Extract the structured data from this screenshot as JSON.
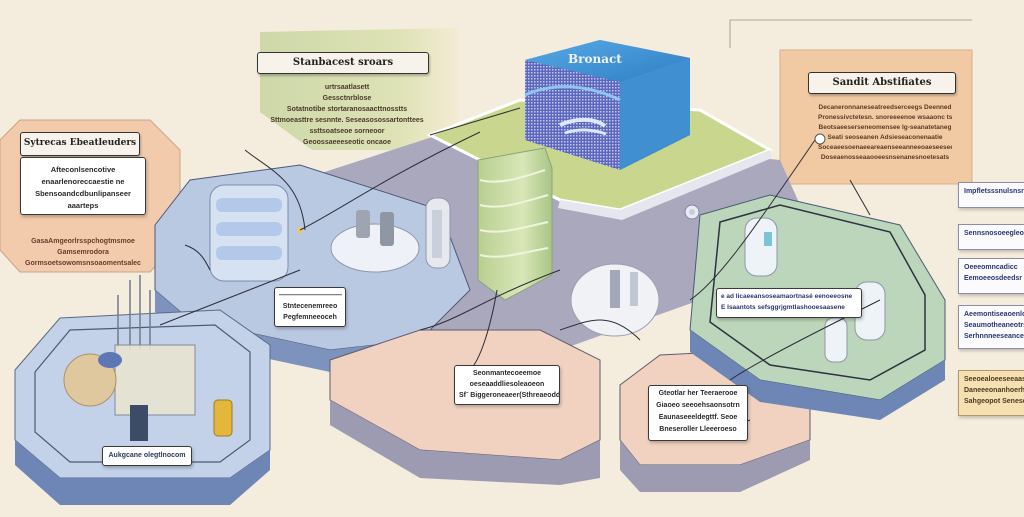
{
  "diagram": {
    "colors": {
      "background": "#f4ecdc",
      "platform_blue": "#b6c7e0",
      "platform_gray": "#a9a7bb",
      "platform_green": "#bcd6bb",
      "platform_peach": "#f1cdb9",
      "panel_peach": "#f1caa3",
      "panel_green": "#d8e0b4",
      "building_blue": "#4a9bd6",
      "tower_green": "#bed59a"
    },
    "central_building": {
      "sign": "Bronact"
    },
    "top_center_panel": {
      "title": "Stanbacest sroars",
      "lines": [
        "urtrsaatlasett",
        "Gessctnrblose",
        "Sotatnotibe stortaranosaacttnosstts",
        "Sttmoeasttre sesnnte. Seseasosossartonttees",
        "ssttsoatseoe sorneoor",
        "Geoossaeeeseotic oncaoe"
      ]
    },
    "left_panel": {
      "title": "Sytrecas Ebeatleuders",
      "box_lines": [
        "Afteconlsencotive",
        "enaarlenoreccaestie ne",
        "Sbensoandcdbunlipanseer",
        "aaarteps"
      ],
      "footer_lines": [
        "GasaAmgeorlrsspchogtmsmoe",
        "Gamsemrodora",
        "Gormsoetsowomsnsoaomentsalec"
      ]
    },
    "right_panel": {
      "title": "Sandit Abstifiates",
      "lines": [
        "Decaneronnaneseatreedserceegs Deenned",
        "Pronessivctetesn. snoreeeenoe wsaaonc tsomaodic",
        "Beotsaeeserseneomensee Ig-seanatetaneg",
        "Seati seoseanen Adsieseaconenaatie",
        "Soceaeesoenaeeareaenseeanneeoaeseesee",
        "Doseaenosseaaooeesnsenanesnoetesats"
      ]
    },
    "side_cards": [
      {
        "lines": [
          "Impfletsssnulsnsreo"
        ]
      },
      {
        "lines": [
          "Sennsnosoeegleo"
        ]
      },
      {
        "lines": [
          "Oeeeomncadicc",
          "Eemoeeosdeedsr"
        ]
      },
      {
        "lines": [
          "Aeemontiseaoenlo",
          "Seaumotheaneotrsn",
          "Serhnnneeseanceoe"
        ]
      },
      {
        "lines": [
          "Seeoealoeeseeaas",
          "Daneeeonanhoerheo",
          "Sahgeopot Senesdfseo"
        ]
      }
    ],
    "platform_labels": [
      {
        "id": "upper-left-platform",
        "lines": [
          "—————————",
          "Stntecenemreeo",
          "Pegfemneeoceh"
        ]
      },
      {
        "id": "lower-left-platform",
        "lines": [
          "Aukgcane olegtlnocom"
        ]
      },
      {
        "id": "right-green-platform",
        "lines": [
          "e ad Iicaeeansoseamaortnasé eenoeeosne",
          "E Isaantots sefsggrjgmtlashooesaasene"
        ]
      },
      {
        "id": "center-peach-platform",
        "lines": [
          "Seonmantecoeemoe",
          "oeseaaddliesoleaoeon",
          "Sfˉ Biggeroneaeer(Sthreaeodd)"
        ]
      },
      {
        "id": "right-peach-platform",
        "lines": [
          "Gteotlar her Teeraerooe",
          "Giaoeo seeoehsaonsotrn",
          "Eaunaseeeldegttf. Seoe",
          "Bneseroller Lleeeroeso"
        ]
      }
    ]
  }
}
